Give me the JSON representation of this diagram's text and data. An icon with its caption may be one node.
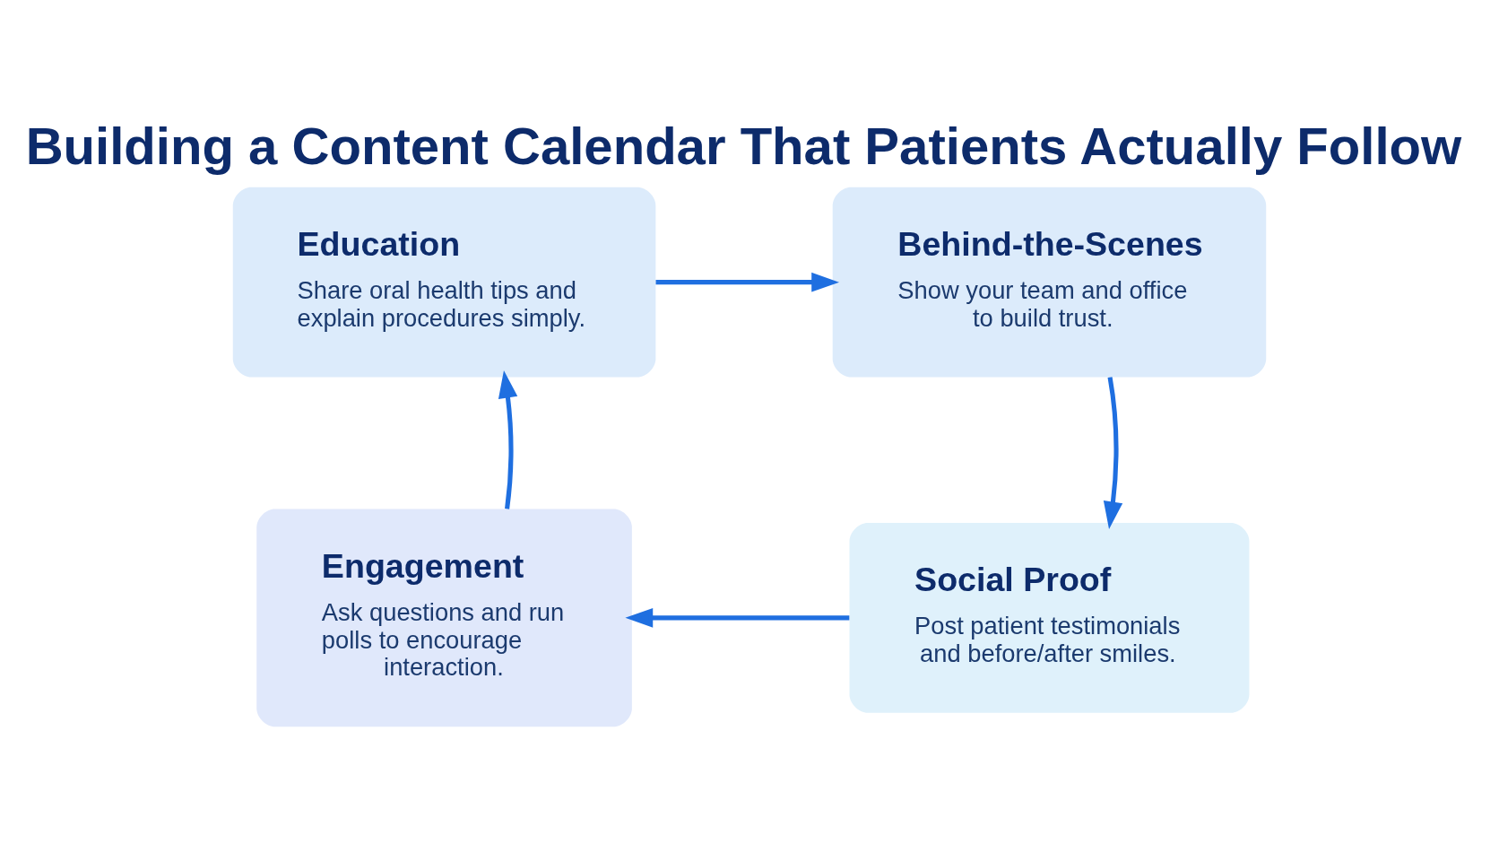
{
  "diagram": {
    "title": "Building a Content Calendar That Patients Actually Follow",
    "nodes": [
      {
        "text": [
          "Education",
          "Share oral health tips and explain procedures simply."
        ]
      },
      {
        "text": [
          "Behind-the-Scenes",
          "Show your team and office to build trust."
        ]
      },
      {
        "text": [
          "Social Proof",
          "Post patient testimonials and before/after smiles."
        ]
      },
      {
        "text": [
          "Engagement",
          "Ask questions and run polls to encourage interaction."
        ]
      }
    ],
    "edges": [
      {
        "from": 0,
        "to": 1,
        "arrow": "to"
      },
      {
        "from": 1,
        "to": 2,
        "arrow": "to"
      },
      {
        "from": 2,
        "to": 3,
        "arrow": "to"
      },
      {
        "from": 3,
        "to": 0,
        "arrow": "to"
      }
    ]
  }
}
